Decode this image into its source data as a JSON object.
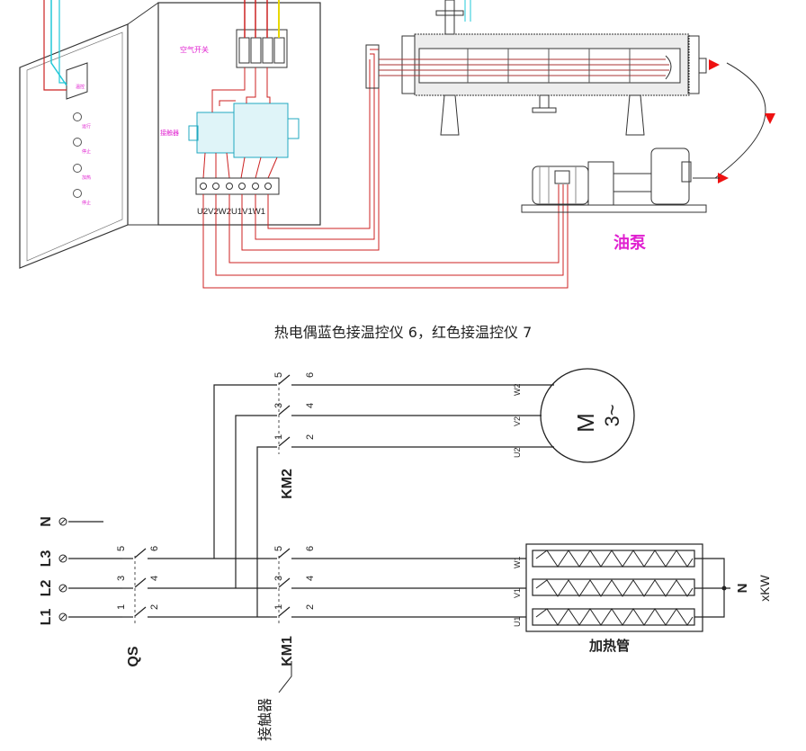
{
  "top": {
    "air_switch_label": "空气开关",
    "contactor_label": "接触器",
    "terminals": "U2V2W2U1V1W1",
    "pump_label": "油泵",
    "caption": "热电偶蓝色接温控仪 6，红色接温控仪 7",
    "door_button_labels": [
      "温控",
      "运行",
      "停止",
      "加热",
      "停止"
    ]
  },
  "bottom": {
    "phases": [
      "N",
      "L3",
      "L2",
      "L1"
    ],
    "qs": {
      "label": "QS",
      "pins_left": [
        "5",
        "3",
        "1"
      ],
      "pins_right": [
        "6",
        "4",
        "2"
      ]
    },
    "km1": {
      "label": "KM1",
      "pins_left": [
        "5",
        "3",
        "1"
      ],
      "pins_right": [
        "6",
        "4",
        "2"
      ]
    },
    "km2": {
      "label": "KM2",
      "pins_left": [
        "5",
        "3",
        "1"
      ],
      "pins_right": [
        "6",
        "4",
        "2"
      ]
    },
    "motor": {
      "symbol": "M",
      "phase": "3~",
      "terminals": [
        "W2",
        "V2",
        "U2"
      ]
    },
    "heater": {
      "terminals": [
        "W1",
        "V1",
        "U1"
      ],
      "neutral": "N",
      "power": "xKW",
      "label": "加热管"
    },
    "contactor_callout": "接触器"
  },
  "colors": {
    "red_wire": "#cc2222",
    "cyan_wire": "#22c8d8",
    "magenta_text": "#e020d0",
    "yellow_wire": "#e8d800",
    "arrow_red": "#ee1111"
  }
}
